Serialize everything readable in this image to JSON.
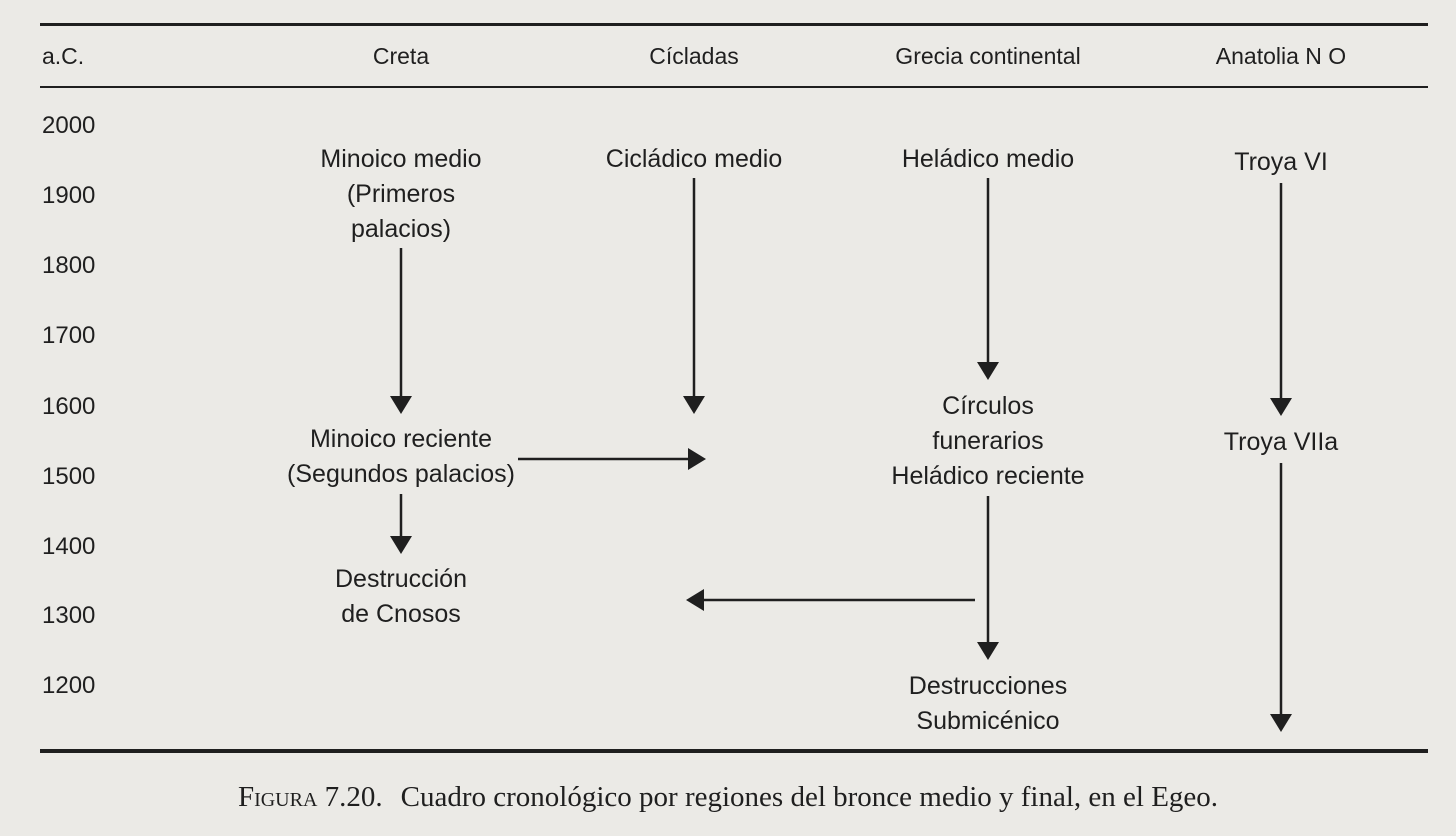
{
  "header": {
    "era": "a.C.",
    "columns": [
      "Creta",
      "Cícladas",
      "Grecia continental",
      "Anatolia N O"
    ]
  },
  "years": [
    "2000",
    "1900",
    "1800",
    "1700",
    "1600",
    "1500",
    "1400",
    "1300",
    "1200"
  ],
  "labels": {
    "creta_mm": "Minoico medio\n(Primeros\npalacios)",
    "cicladas_cm": "Cicládico medio",
    "grecia_hm": "Heládico medio",
    "anatolia_t6": "Troya VI",
    "creta_mr": "Minoico reciente\n(Segundos palacios)",
    "grecia_cf": "Círculos\nfunerarios\nHeládico reciente",
    "anatolia_t7": "Troya VIIa",
    "creta_dc": "Destrucción\nde Cnosos",
    "grecia_ds": "Destrucciones\nSubmicénico"
  },
  "caption": {
    "figure": "Figura",
    "number": "7.20.",
    "text": "Cuadro cronológico por regiones del bronce medio y final, en el Egeo."
  }
}
